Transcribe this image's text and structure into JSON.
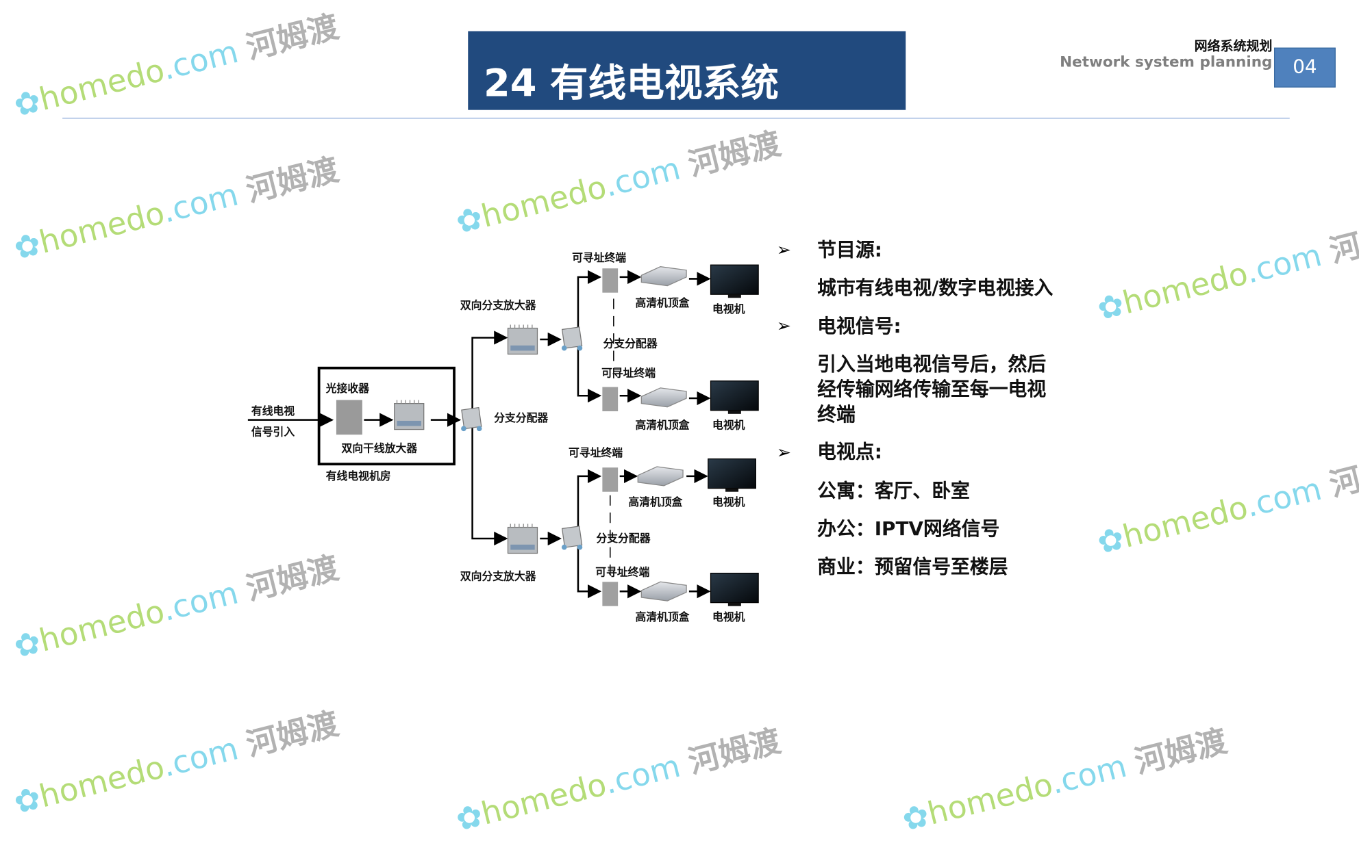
{
  "header": {
    "title": "24 有线电视系统",
    "section_cn": "网络系统规划",
    "section_en": "Network system planning",
    "page_number": "04"
  },
  "content": {
    "bullet_icon": "arrow-bullet-icon",
    "items": [
      {
        "heading": "节目源:",
        "lines": [
          "城市有线电视/数字电视接入"
        ]
      },
      {
        "heading": "电视信号:",
        "lines": [
          "引入当地电视信号后，然后",
          "经传输网络传输至每一电视",
          "终端"
        ]
      },
      {
        "heading": "电视点:",
        "lines": [
          "公寓：客厅、卧室",
          "办公：IPTV网络信号",
          "商业：预留信号至楼层"
        ]
      }
    ]
  },
  "diagram": {
    "input_1": "有线电视",
    "input_2": "信号引入",
    "optical_receiver": "光接收器",
    "trunk_amplifier": "双向干线放大器",
    "machine_room": "有线电视机房",
    "main_splitter": "分支分配器",
    "branch_amp_top": "双向分支放大器",
    "branch_amp_bottom": "双向分支放大器",
    "splitter_top": "分支分配器",
    "splitter_bottom": "分支分配器",
    "terminals": [
      "可寻址终端",
      "可寻址终端",
      "可寻址终端",
      "可寻址终端"
    ],
    "stb": [
      "高清机顶盒",
      "高清机顶盒",
      "高清机顶盒",
      "高清机顶盒"
    ],
    "tv": [
      "电视机",
      "电视机",
      "电视机",
      "电视机"
    ]
  },
  "watermark": {
    "brand": "homedo",
    "domain": ".com",
    "cn": "河姆渡"
  }
}
